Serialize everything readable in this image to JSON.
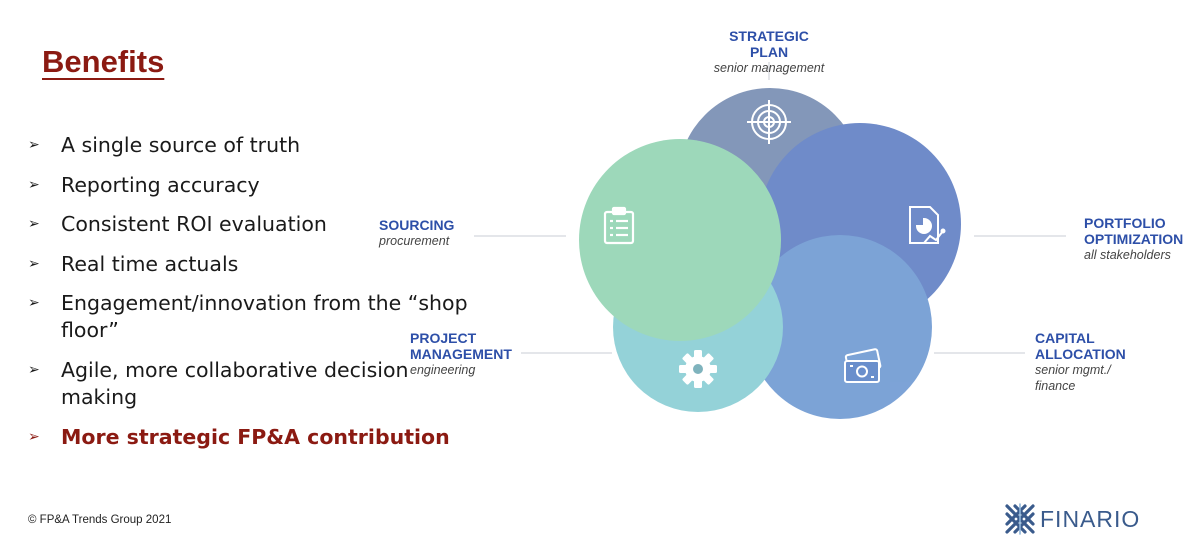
{
  "slide": {
    "title": "Benefits",
    "benefits": [
      {
        "text": "A single source of truth"
      },
      {
        "text": "Reporting accuracy"
      },
      {
        "text": "Consistent ROI evaluation"
      },
      {
        "text": "Real time actuals"
      },
      {
        "text": "Engagement/innovation from the “shop floor”"
      },
      {
        "text": "Agile, more collaborative decision making"
      },
      {
        "text": "More strategic FP&A contribution",
        "highlight": true
      }
    ],
    "copyright": "© FP&A Trends Group 2021"
  },
  "diagram": {
    "circles": [
      {
        "id": "strategic-plan",
        "color": "#4a6699",
        "icon": "target-icon"
      },
      {
        "id": "portfolio-optimization",
        "color": "#2c55b0",
        "icon": "report-chart-icon"
      },
      {
        "id": "capital-allocation",
        "color": "#3f78c4",
        "icon": "money-icon"
      },
      {
        "id": "project-management",
        "color": "#62bdc7",
        "icon": "gear-icon"
      },
      {
        "id": "sourcing",
        "color": "#6fc79a",
        "icon": "clipboard-icon"
      }
    ],
    "labels": {
      "strategic_plan": {
        "title": "STRATEGIC PLAN",
        "subtitle": "senior management"
      },
      "sourcing": {
        "title": "SOURCING",
        "subtitle": "procurement"
      },
      "portfolio": {
        "title_line1": "PORTFOLIO",
        "title_line2": "OPTIMIZATION",
        "subtitle": "all stakeholders"
      },
      "project": {
        "title_line1": "PROJECT",
        "title_line2": "MANAGEMENT",
        "subtitle": "engineering"
      },
      "capital": {
        "title_line1": "CAPITAL",
        "title_line2": "ALLOCATION",
        "subtitle_line1": "senior mgmt./",
        "subtitle_line2": "finance"
      }
    }
  },
  "logo": {
    "text": "FINARIO",
    "color": "#3a5b8c"
  }
}
